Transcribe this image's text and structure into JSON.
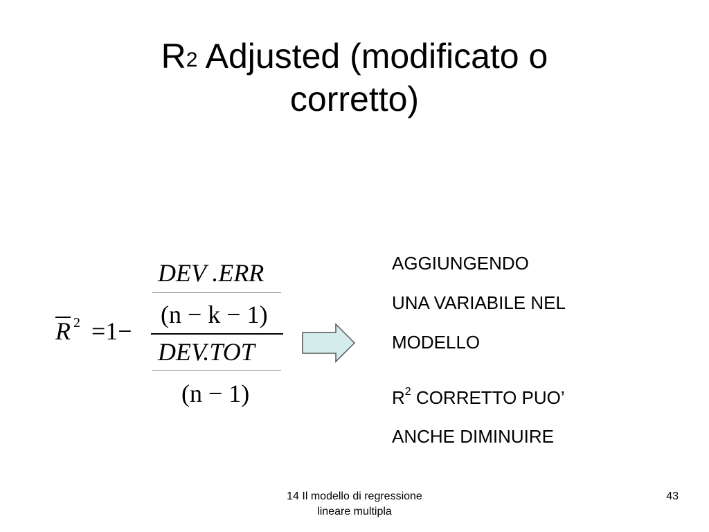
{
  "slide": {
    "title": {
      "base": "R",
      "exponent": "2",
      "rest": " Adjusted (modificato o",
      "line2": "corretto)"
    },
    "formula": {
      "lhs_symbol": "R",
      "lhs_exponent": "2",
      "equals_one_minus": "=1−",
      "num_top": "DEV .ERR",
      "num_bottom": "(n − k − 1)",
      "den_top": "DEV.TOT",
      "den_bottom": "(n − 1)"
    },
    "notes": {
      "line1": "AGGIUNGENDO",
      "line2": "UNA VARIABILE NEL",
      "line3": "MODELLO",
      "line4_base": "R",
      "line4_exponent": "2",
      "line4_rest": " CORRETTO PUO’",
      "line5": "ANCHE DIMINUIRE"
    },
    "footer": {
      "line1": "14 Il modello di regressione",
      "line2": "lineare multipla",
      "page_number": "43"
    },
    "colors": {
      "arrow_fill": "#d5ecec",
      "arrow_stroke": "#555555",
      "text": "#000000",
      "background": "#ffffff"
    }
  }
}
